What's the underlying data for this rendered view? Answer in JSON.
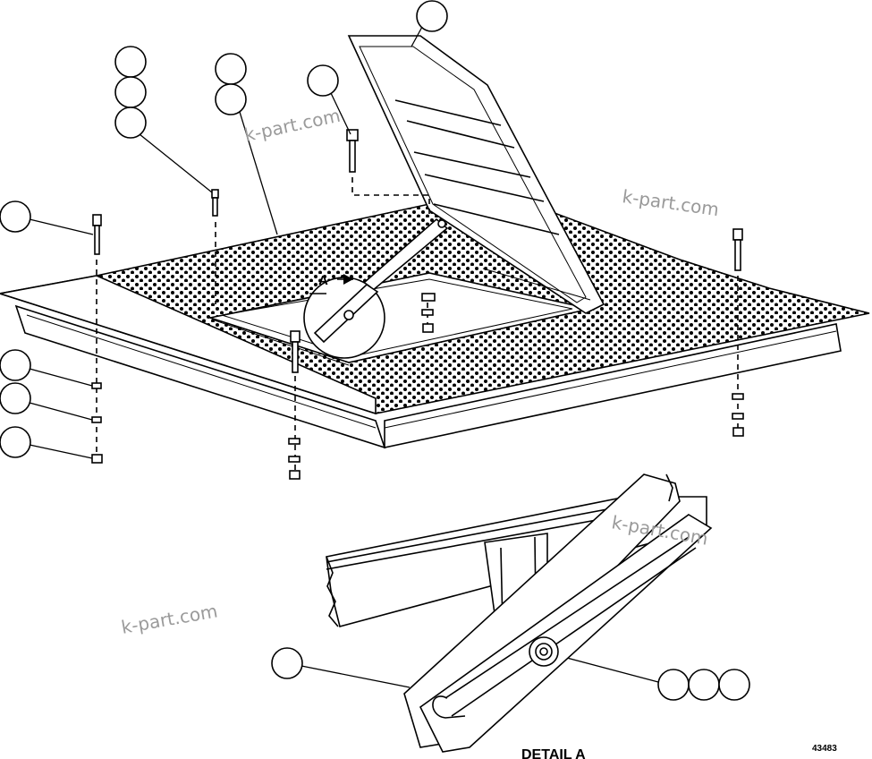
{
  "detail_label": "DETAIL A",
  "view_marker": "A",
  "drawing_number": "43483",
  "watermarks": [
    "k-part.com",
    "k-part.com",
    "k-part.com",
    "k-part.com"
  ]
}
